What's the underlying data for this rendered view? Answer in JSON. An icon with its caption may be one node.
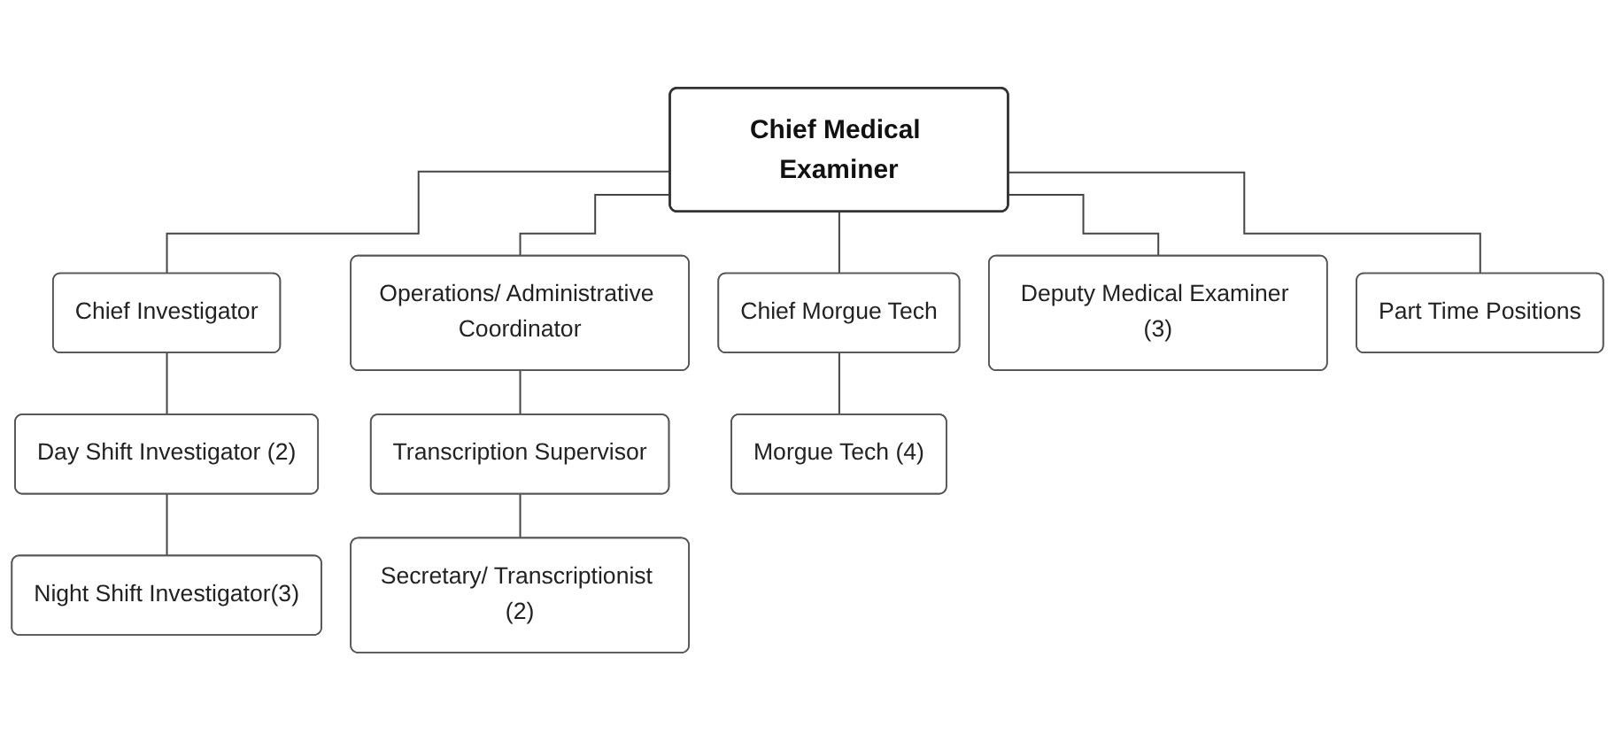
{
  "diagram": {
    "nodes": [
      {
        "text": [
          "Chief Medical Examiner"
        ]
      },
      {
        "text": [
          "Chief Investigator"
        ]
      },
      {
        "text": [
          "Day Shift Investigator (2)"
        ]
      },
      {
        "text": [
          "Night Shift Investigator(3)"
        ]
      },
      {
        "text": [
          "Operations/ Administrative Coordinator"
        ]
      },
      {
        "text": [
          "Transcription Supervisor"
        ]
      },
      {
        "text": [
          "Secretary/ Transcriptionist (2)"
        ]
      },
      {
        "text": [
          "Chief Morgue Tech"
        ]
      },
      {
        "text": [
          "Morgue Tech (4)"
        ]
      },
      {
        "text": [
          "Deputy Medical Examiner (3)"
        ]
      },
      {
        "text": [
          "Part Time Positions"
        ]
      }
    ],
    "edges": [
      {
        "from": 0,
        "to": 1,
        "arrow": "none"
      },
      {
        "from": 0,
        "to": 4,
        "arrow": "none"
      },
      {
        "from": 0,
        "to": 7,
        "arrow": "none"
      },
      {
        "from": 0,
        "to": 9,
        "arrow": "none"
      },
      {
        "from": 0,
        "to": 10,
        "arrow": "none"
      },
      {
        "from": 1,
        "to": 2,
        "arrow": "none"
      },
      {
        "from": 2,
        "to": 3,
        "arrow": "none"
      },
      {
        "from": 4,
        "to": 5,
        "arrow": "none"
      },
      {
        "from": 5,
        "to": 6,
        "arrow": "none"
      },
      {
        "from": 7,
        "to": 8,
        "arrow": "none"
      }
    ]
  }
}
